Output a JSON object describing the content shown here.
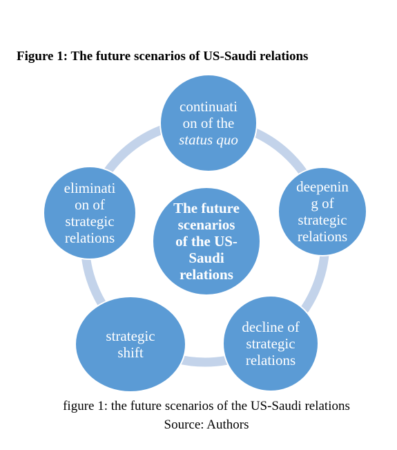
{
  "figure_heading": "Figure 1: The future scenarios of US-Saudi relations",
  "diagram": {
    "center": "The future\nscenarios\nof the US-\nSaudi\nrelations",
    "nodes": {
      "top_line1": "continuati",
      "top_line2": "on of the",
      "top_line3": "status quo",
      "right": "deepenin\ng of\nstrategic\nrelations",
      "bottom_right": "decline of\nstrategic\nrelations",
      "bottom_left": "strategic\nshift",
      "left": "eliminati\non of\nstrategic\nrelations"
    },
    "colors": {
      "node_fill": "#5b9bd5",
      "ring": "#c3d3ea",
      "node_text": "#ffffff"
    }
  },
  "caption": "figure 1: the future scenarios of the US-Saudi relations",
  "source": "Source: Authors"
}
